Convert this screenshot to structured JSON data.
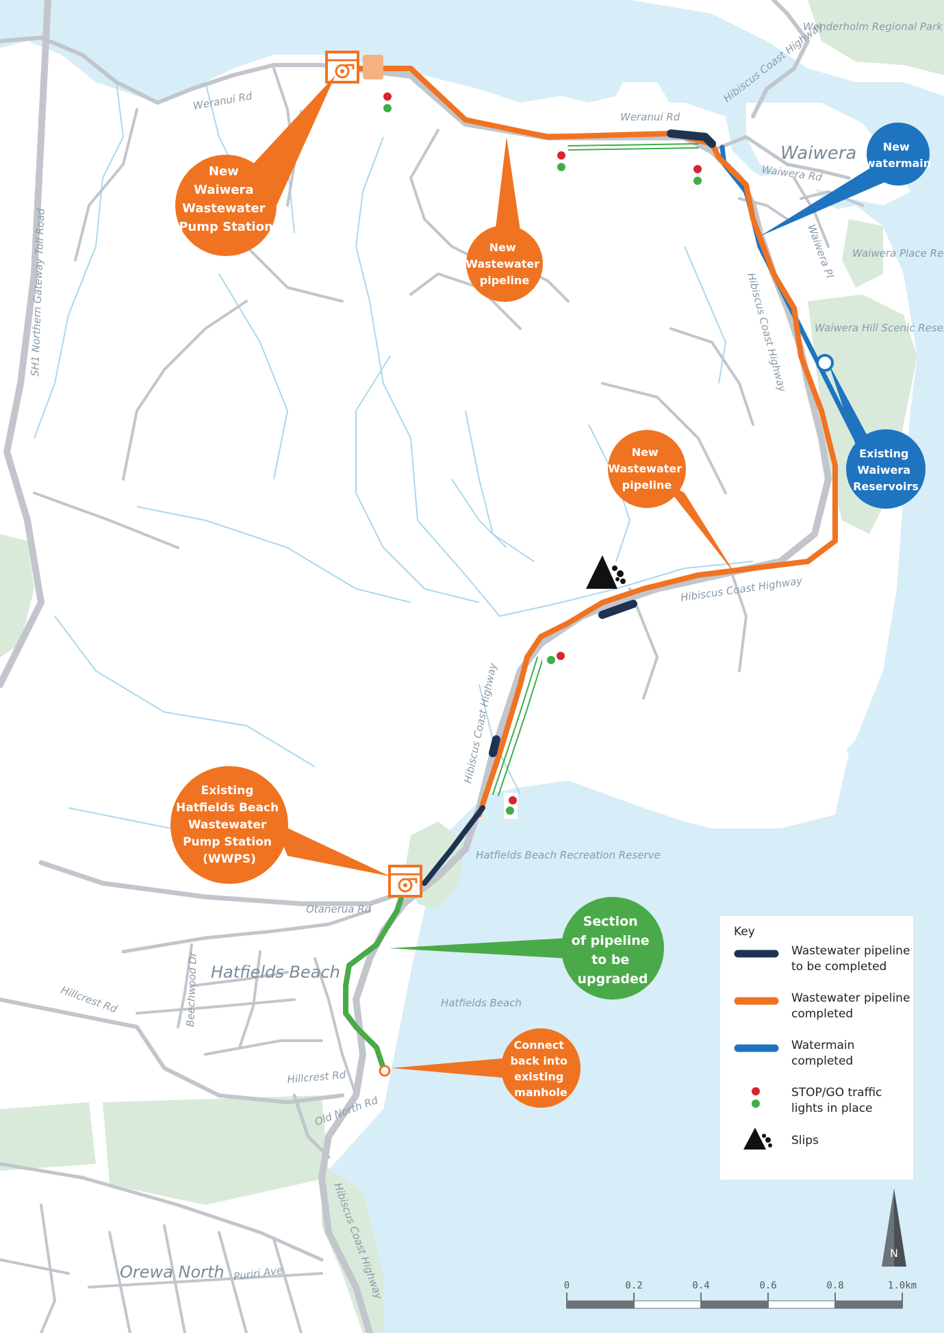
{
  "colors": {
    "water": "#d7edf7",
    "land": "#ffffff",
    "park": "#d9eadb",
    "road": "#c2c6cc",
    "stream": "#aad8ee",
    "wastewater_completed": "#f07322",
    "wastewater_pending": "#1e3351",
    "watermain": "#1f74c0",
    "upgrade": "#4aaa49",
    "stop_red": "#d9232d",
    "go_green": "#3fae49"
  },
  "places": {
    "waiwera": "Waiwera",
    "hatfields_beach": "Hatfields Beach",
    "orewa_north": "Orewa North",
    "wenderholm": "Wenderholm Regional Park",
    "waiwera_place_reserve": "Waiwera Place Reserve",
    "waiwera_hill_reserve": "Waiwera Hill Scenic Reserve",
    "hatfields_rec_reserve": "Hatfields Beach Recreation Reserve",
    "hatfields_beach_shore": "Hatfields Beach"
  },
  "roads": {
    "sh1": "SH1 Northern Gateway Toll Road",
    "weranui_rd_1": "Weranui Rd",
    "weranui_rd_2": "Weranui Rd",
    "hibiscus_coast_hwy_1": "Hibiscus Coast Highway",
    "hibiscus_coast_hwy_2": "Hibiscus Coast Highway",
    "hibiscus_coast_hwy_3": "Hibiscus Coast Highway",
    "hibiscus_coast_hwy_4": "Hibiscus Coast Highway",
    "hibiscus_coast_hwy_5": "Hibiscus Coast Highway",
    "waiwera_rd": "Waiwera Rd",
    "waiwera_pl": "Waiwera Pl",
    "otanerua_rd": "Otanerua Rd",
    "beechwood_dr": "Beechwood Dr",
    "hillcrest_rd_1": "Hillcrest Rd",
    "hillcrest_rd_2": "Hillcrest Rd",
    "old_north_rd": "Old North Rd",
    "puriri_ave": "Puriri Ave"
  },
  "callouts": {
    "new_pump_station": [
      "New",
      "Waiwera",
      "Wastewater",
      "Pump Station"
    ],
    "new_pipeline_1": [
      "New",
      "Wastewater",
      "pipeline"
    ],
    "new_pipeline_2": [
      "New",
      "Wastewater",
      "pipeline"
    ],
    "new_watermain": [
      "New",
      "watermain"
    ],
    "existing_reservoirs": [
      "Existing",
      "Waiwera",
      "Reservoirs"
    ],
    "existing_wwps": [
      "Existing",
      "Hatfields Beach",
      "Wastewater",
      "Pump Station",
      "(WWPS)"
    ],
    "section_upgrade": [
      "Section",
      "of pipeline",
      "to be",
      "upgraded"
    ],
    "connect_manhole": [
      "Connect",
      "back into",
      "existing",
      "manhole"
    ]
  },
  "key": {
    "title": "Key",
    "items": [
      {
        "id": "ww_pending",
        "line1": "Wastewater pipeline",
        "line2": "to be completed"
      },
      {
        "id": "ww_completed",
        "line1": "Wastewater pipeline",
        "line2": "completed"
      },
      {
        "id": "watermain",
        "line1": "Watermain",
        "line2": "completed"
      },
      {
        "id": "traffic",
        "line1": "STOP/GO traffic",
        "line2": "lights in place"
      },
      {
        "id": "slips",
        "line1": "Slips",
        "line2": ""
      }
    ]
  },
  "north_arrow": "N",
  "scale_bar": {
    "ticks": [
      "0",
      "0.2",
      "0.4",
      "0.6",
      "0.8",
      "1.0km"
    ]
  }
}
